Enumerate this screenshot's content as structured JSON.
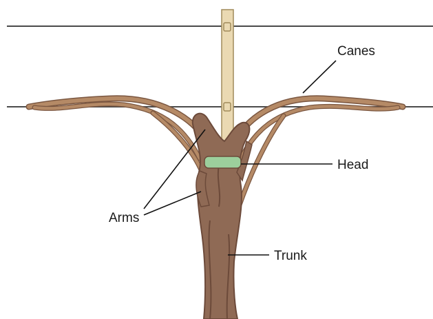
{
  "labels": {
    "canes": "Canes",
    "head": "Head",
    "arms": "Arms",
    "trunk": "Trunk"
  },
  "colors": {
    "background": "#ffffff",
    "wire": "#4a4a4a",
    "stake_fill": "#ead9b2",
    "stake_stroke": "#a08a5a",
    "trunk": "#8f6a55",
    "trunk_dark": "#6c4a3a",
    "cane": "#b58a66",
    "cane_stroke": "#7a5640",
    "tie": "#9ccf9c",
    "leader": "#111111"
  }
}
